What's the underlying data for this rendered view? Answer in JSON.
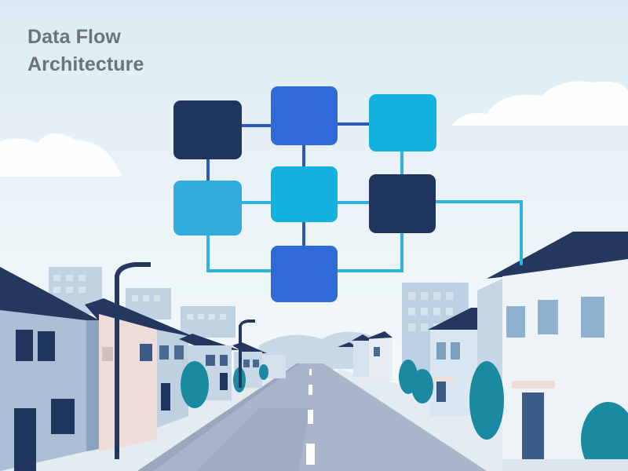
{
  "title": {
    "line1": "Data Flow",
    "line2": "Architecture"
  },
  "colors": {
    "navy": "#1f355e",
    "royal": "#2f6ad6",
    "cyan": "#12b1df",
    "sky": "#31acdc",
    "connector_dark": "#2b5bb5",
    "connector_light": "#2db5df",
    "road": "#a9b5c9",
    "title_text": "#6f7378"
  },
  "diagram": {
    "nodes": [
      {
        "id": "n1",
        "color": "navy"
      },
      {
        "id": "n2",
        "color": "royal"
      },
      {
        "id": "n3",
        "color": "cyan"
      },
      {
        "id": "n4",
        "color": "sky"
      },
      {
        "id": "n5",
        "color": "cyan"
      },
      {
        "id": "n6",
        "color": "navy"
      },
      {
        "id": "n7",
        "color": "royal"
      }
    ],
    "edges": [
      [
        "n1",
        "n2"
      ],
      [
        "n2",
        "n3"
      ],
      [
        "n1",
        "n4"
      ],
      [
        "n2",
        "n5"
      ],
      [
        "n3",
        "n6"
      ],
      [
        "n4",
        "n5"
      ],
      [
        "n5",
        "n6"
      ],
      [
        "n5",
        "n7"
      ],
      [
        "n4",
        "n7"
      ],
      [
        "n6",
        "n7"
      ],
      [
        "n6",
        "off-page"
      ]
    ]
  }
}
